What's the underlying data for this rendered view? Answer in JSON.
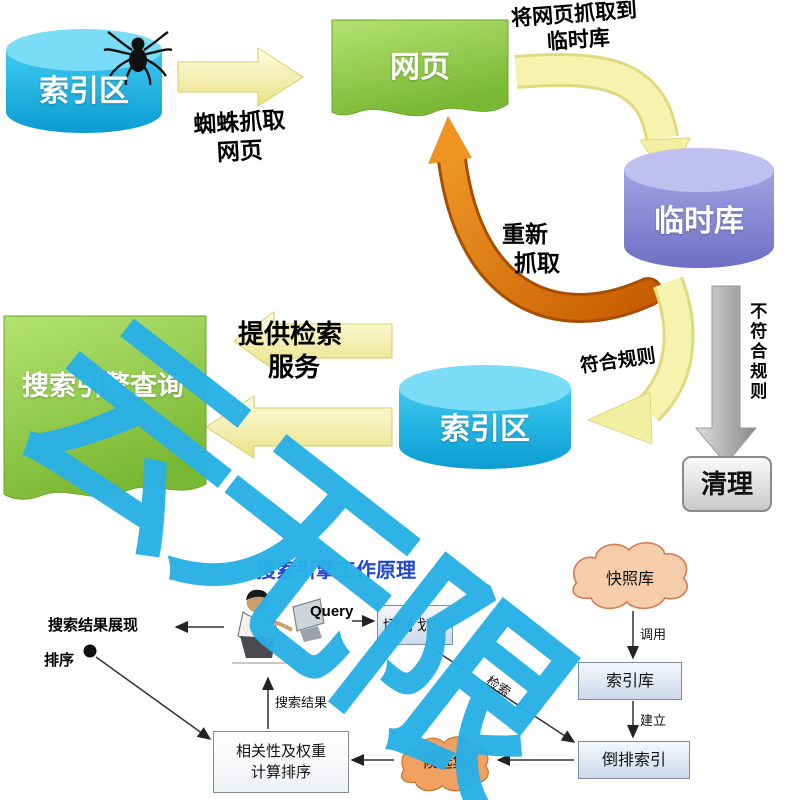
{
  "flow_top": {
    "db_index_left": "索引区",
    "doc_webpage": "网页",
    "note_crawl_line1": "将网页抓取到",
    "note_crawl_line2": "临时库",
    "note_spider_line1": "蜘蛛抓取",
    "note_spider_line2": "网页",
    "db_temp": "临时库",
    "note_recrawl_line1": "重新",
    "note_recrawl_line2": "抓取",
    "note_serve_line1": "提供检索",
    "note_serve_line2": "服务",
    "label_match": "符合规则",
    "label_no_match": "不符合规则",
    "box_clean": "清理",
    "db_index_mid": "索引区",
    "doc_query": "搜索引擎查询"
  },
  "watermark": {
    "text": "云无限",
    "color": "#29b0e6"
  },
  "flow_bottom": {
    "title": "搜索引擎工作原理",
    "query_label": "Query",
    "box_segment": "切词 划词",
    "cloud_snapshot": "快照库",
    "box_index": "索引库",
    "box_inverted": "倒排索引",
    "cloud_candidate": "候选集",
    "box_rank_line1": "相关性及权重",
    "box_rank_line2": "计算排序",
    "label_result": "搜索结果",
    "label_retrieve": "检索",
    "label_call": "调用",
    "label_build": "建立",
    "display_line1": "搜索结果展现",
    "display_line2": "排序"
  },
  "colors": {
    "cyan_db": "#17b0e8",
    "purple_db": "#8282d2",
    "green_doc": "#8cc63f",
    "yellow_arrow": "#f3efa6",
    "orange_arrow": "#e2751a",
    "gray_arrow": "#a8a8a8",
    "title_blue": "#2347cc",
    "cloud_salmon": "#f6cdaa",
    "cloud_orange": "#f0a060",
    "watermark_blue": "#29b0e6"
  }
}
